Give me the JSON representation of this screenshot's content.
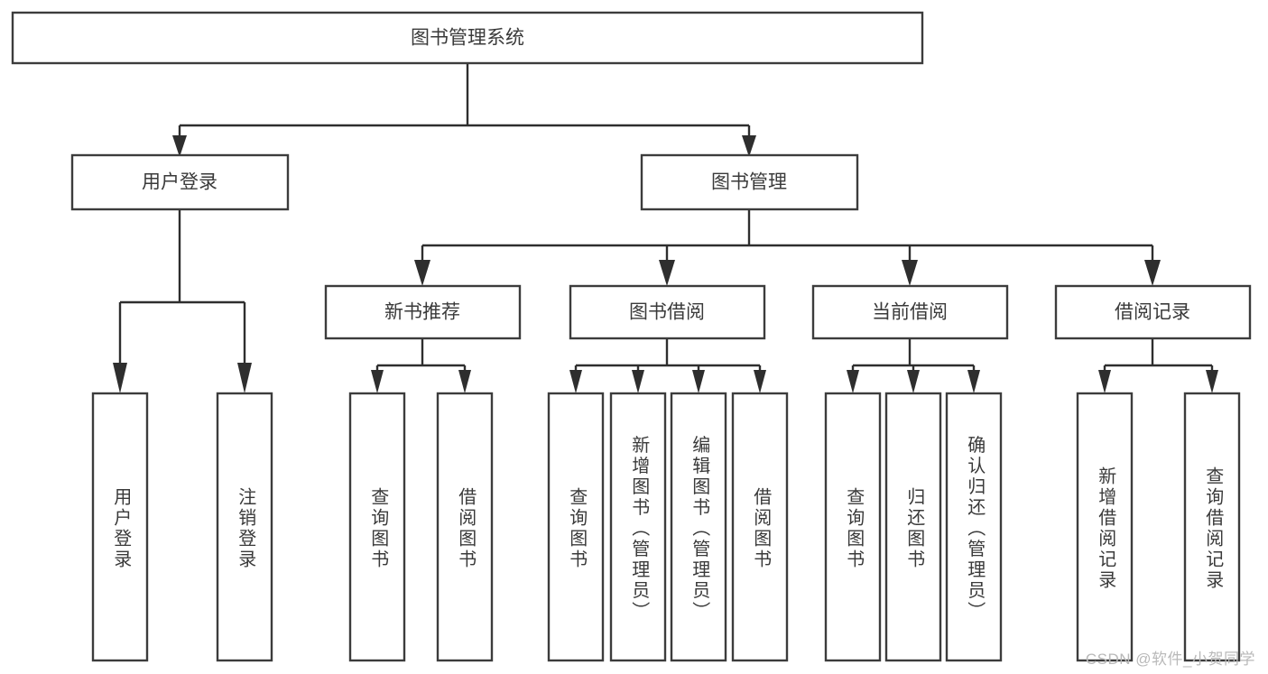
{
  "diagram": {
    "type": "tree",
    "title": "图书管理系统",
    "watermark": "CSDN @软件_小贺同学",
    "colors": {
      "box_stroke": "#3c3c3c",
      "box_fill": "#ffffff",
      "connector": "#2e2e2e",
      "text": "#3a3a3a",
      "watermark": "#b9b9b9",
      "background": "#ffffff"
    },
    "root": {
      "label": "图书管理系统"
    },
    "level1": [
      {
        "label": "用户登录"
      },
      {
        "label": "图书管理"
      }
    ],
    "level2": [
      {
        "label": "新书推荐"
      },
      {
        "label": "图书借阅"
      },
      {
        "label": "当前借阅"
      },
      {
        "label": "借阅记录"
      }
    ],
    "leaves": {
      "user_login": [
        {
          "label": "用户登录"
        },
        {
          "label": "注销登录"
        }
      ],
      "new_book_recommend": [
        {
          "label": "查询图书"
        },
        {
          "label": "借阅图书"
        }
      ],
      "book_borrow": [
        {
          "label": "查询图书"
        },
        {
          "label": "新增图书（管理员）"
        },
        {
          "label": "编辑图书（管理员）"
        },
        {
          "label": "借阅图书"
        }
      ],
      "current_borrow": [
        {
          "label": "查询图书"
        },
        {
          "label": "归还图书"
        },
        {
          "label": "确认归还（管理员）"
        }
      ],
      "borrow_records": [
        {
          "label": "新增借阅记录"
        },
        {
          "label": "查询借阅记录"
        }
      ]
    }
  }
}
